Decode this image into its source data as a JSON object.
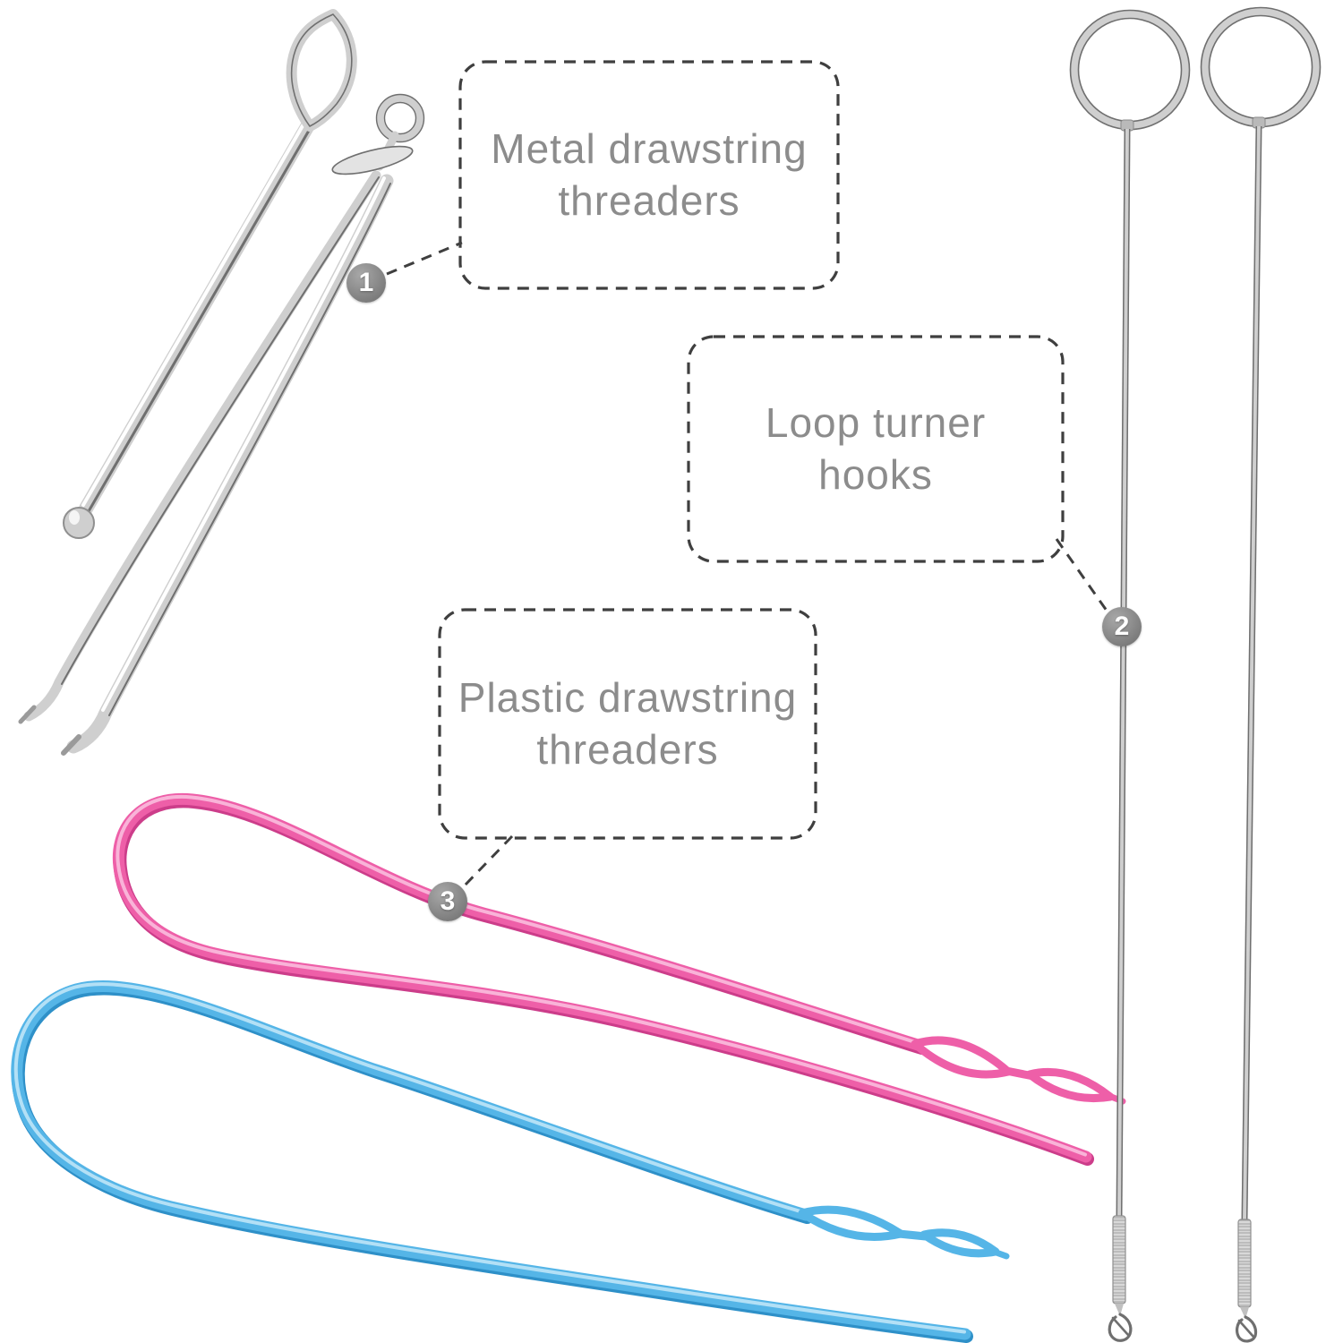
{
  "callouts": [
    {
      "number": "1",
      "lines": [
        "Metal drawstring",
        "threaders"
      ],
      "label": "Metal drawstring threaders"
    },
    {
      "number": "2",
      "lines": [
        "Loop turner",
        "hooks"
      ],
      "label": "Loop turner hooks"
    },
    {
      "number": "3",
      "lines": [
        "Plastic drawstring",
        "threaders"
      ],
      "label": "Plastic drawstring threaders"
    }
  ],
  "palette": {
    "background": "#ffffff",
    "callout_border": "#3f3f3f",
    "callout_text": "#8c8c8c",
    "badge_fill": "#8a8a8a",
    "badge_text": "#ffffff",
    "metal_light": "#cfcfcf",
    "metal_dark": "#6f6f6f",
    "pink": "#ee5fa8",
    "pink_light": "#f9b3d8",
    "pink_dark": "#cc3d8a",
    "blue": "#55b5e7",
    "blue_light": "#b3e0f6",
    "blue_dark": "#2e90c8"
  }
}
